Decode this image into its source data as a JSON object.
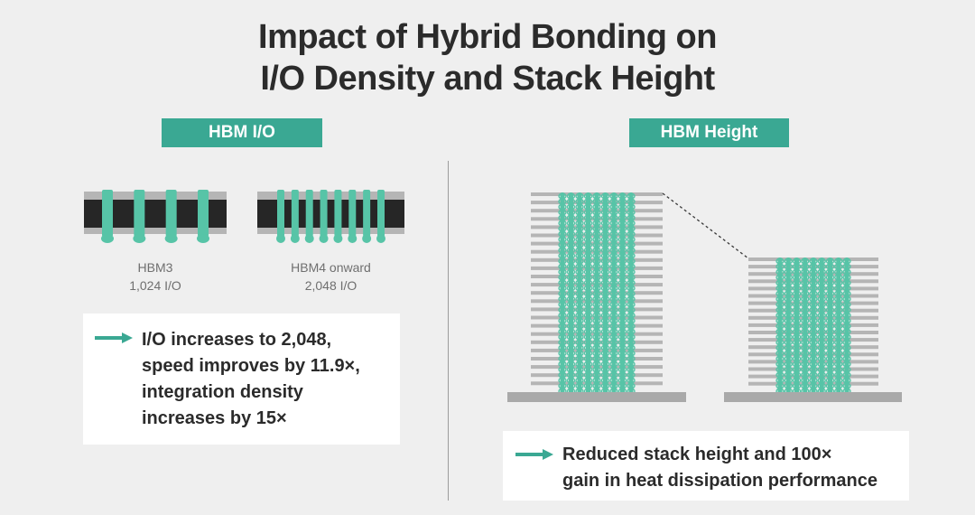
{
  "title": {
    "line1": "Impact of Hybrid Bonding on",
    "line2": "I/O Density and Stack Height"
  },
  "left_panel": {
    "badge": "HBM I/O",
    "chips": [
      {
        "name": "HBM3",
        "io_label": "1,024 I/O",
        "tsv_count": 4
      },
      {
        "name": "HBM4 onward",
        "io_label": "2,048 I/O",
        "tsv_count": 8
      }
    ],
    "note": {
      "icon": "arrow-right-icon",
      "lines": [
        "I/O increases to 2,048,",
        "speed improves by 11.9×,",
        "integration density",
        "increases by 15×"
      ]
    }
  },
  "right_panel": {
    "badge": "HBM Height",
    "stacks": [
      {
        "name": "tall-stack",
        "layers": 24,
        "tsv_columns": 9
      },
      {
        "name": "short-stack",
        "layers": 18,
        "tsv_columns": 9
      }
    ],
    "note": {
      "icon": "arrow-right-icon",
      "lines": [
        "Reduced stack height and 100×",
        "gain in heat dissipation performance"
      ]
    }
  },
  "colors": {
    "accent": "#3aa893",
    "tsv": "#57c4a7",
    "chip_body": "#262626",
    "layer": "#b5b5b5",
    "base": "#a9a9a9",
    "background": "#efefef",
    "text_dark": "#2b2b2b",
    "text_gray": "#6f6f6f"
  }
}
